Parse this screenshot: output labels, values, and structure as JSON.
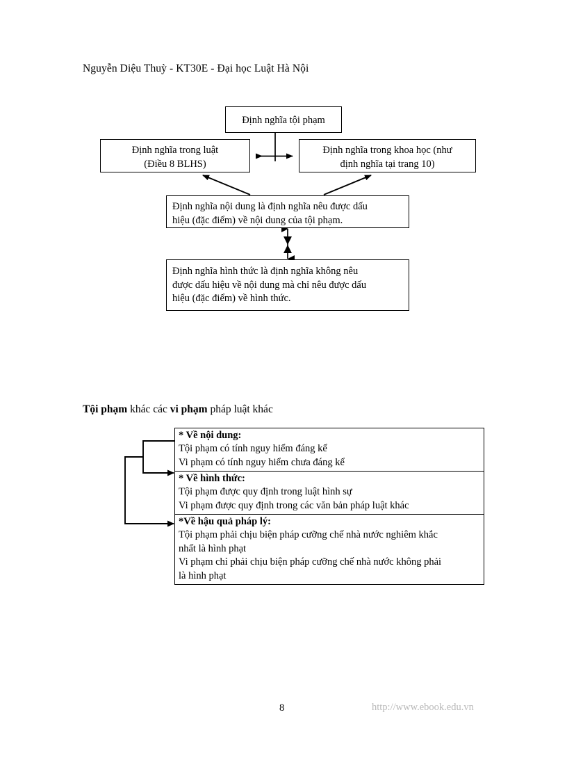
{
  "header": {
    "text": "Nguyễn Diệu Thuỳ - KT30E - Đại học Luật Hà Nội"
  },
  "flowchart": {
    "root": {
      "line1": "Định nghĩa tội phạm"
    },
    "left": {
      "line1": "Định nghĩa trong luật",
      "line2": "(Điều 8 BLHS)"
    },
    "right": {
      "line1": "Định nghĩa trong khoa học (như",
      "line2": "định nghĩa tại trang 10)"
    },
    "content_def": {
      "line1": "Định nghĩa nội dung là định nghĩa nêu được dấu",
      "line2": "hiệu (đặc điểm) về nội dung của tội phạm."
    },
    "form_def": {
      "line1": "Định nghĩa hình thức là định nghĩa không nêu",
      "line2": "được dấu hiệu về nội dung mà chỉ nêu được dấu",
      "line3": "hiệu (đặc điểm) về hình thức."
    }
  },
  "comparison": {
    "heading": {
      "part1_bold": "Tội phạm",
      "part2": " khác các ",
      "part3_bold": "vi phạm",
      "part4": " pháp luật khác"
    },
    "sections": [
      {
        "header": "* Về nội dung:",
        "lines": [
          "Tội phạm có tính nguy hiểm đáng kể",
          "Vi phạm có tính nguy hiểm chưa đáng kể"
        ]
      },
      {
        "header": "* Về hình thức:",
        "lines": [
          "Tội phạm được quy định trong luật hình sự",
          "Vi phạm được quy định trong các văn bản pháp luật khác"
        ]
      },
      {
        "header": "*Về hậu quả pháp lý:",
        "lines": [
          "Tội phạm phải chịu biện pháp cưỡng chế nhà nước nghiêm khắc",
          "nhất là hình phạt",
          "Vi phạm chỉ phải chịu biện pháp cưỡng chế nhà nước không phải",
          "là hình phạt"
        ]
      }
    ]
  },
  "footer": {
    "page_number": "8",
    "url": "http://www.ebook.edu.vn"
  },
  "colors": {
    "text": "#000000",
    "border": "#000000",
    "footer_url": "#b9b9b9",
    "background": "#ffffff"
  }
}
